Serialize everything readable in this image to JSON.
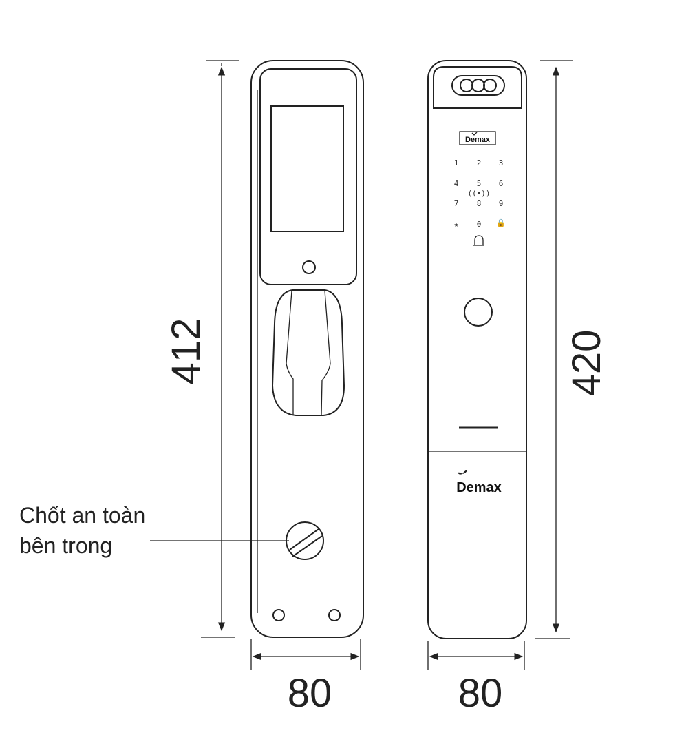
{
  "dimensions": {
    "left_height": "412",
    "right_height": "420",
    "left_width": "80",
    "right_width": "80"
  },
  "callout": {
    "line1": "Chốt an toàn",
    "line2": "bên trong"
  },
  "keypad": {
    "keys": [
      "1",
      "2",
      "3",
      "4",
      "5",
      "6",
      "7",
      "8",
      "9",
      "★",
      "0",
      "🔒"
    ],
    "nfc_symbol": "((•))"
  },
  "brand": {
    "logo_small": "Demax",
    "logo_large": "Demax"
  }
}
